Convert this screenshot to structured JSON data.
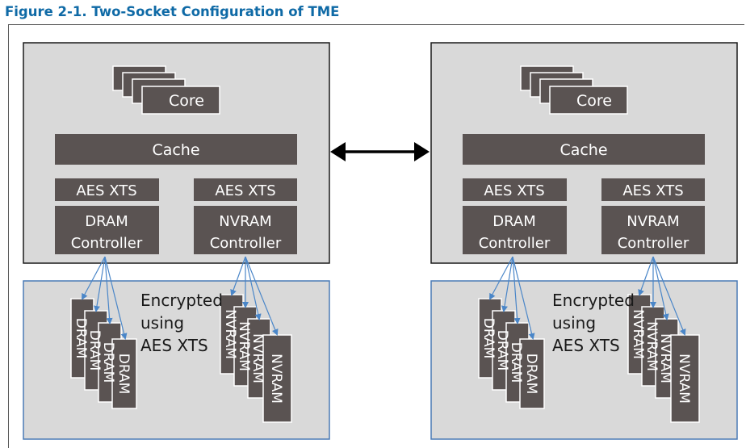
{
  "figure": {
    "title": "Figure 2-1. Two-Socket Configuration of TME"
  },
  "socket": {
    "core_label": "Core",
    "cache_label": "Cache",
    "aes_label": "AES XTS",
    "dram_controller_line1": "DRAM",
    "dram_controller_line2": "Controller",
    "nvram_controller_line1": "NVRAM",
    "nvram_controller_line2": "Controller"
  },
  "memory": {
    "dram_label": "DRAM",
    "nvram_label": "NVRAM",
    "encrypted_line1": "Encrypted",
    "encrypted_line2": "using",
    "encrypted_line3": "AES XTS"
  },
  "colors": {
    "title": "#0f6aa6",
    "socket_fill": "#d9d9d9",
    "block_fill": "#5a5352",
    "memory_border": "#4a7ab5",
    "arrow_blue": "#4a86c8"
  }
}
